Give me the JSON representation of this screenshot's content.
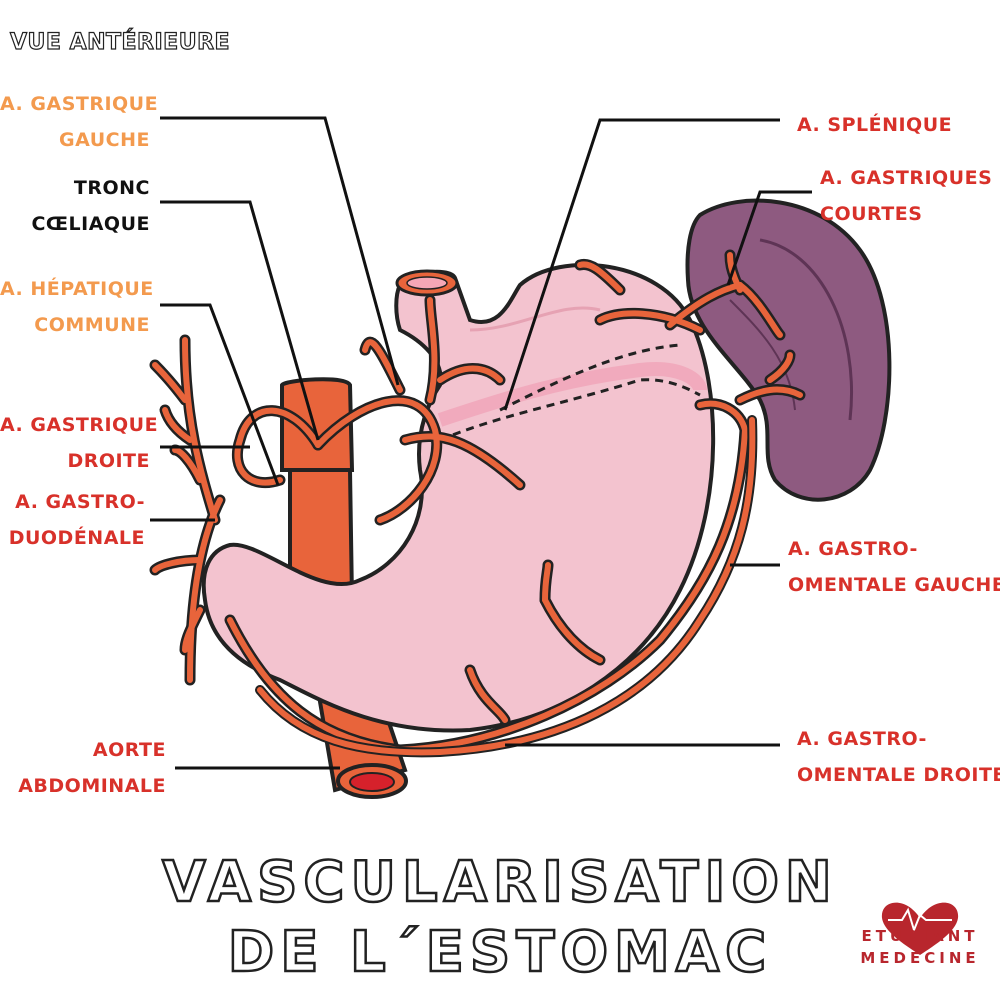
{
  "view_label": "VUE ANTÉRIEURE",
  "title": {
    "line1": "VASCULARISATION",
    "line2": "DE L´ESTOMAC"
  },
  "labels": {
    "gastrique_gauche": [
      "A. GASTRIQUE",
      "GAUCHE"
    ],
    "tronc_coeliaque": [
      "TRONC",
      "CŒLIAQUE"
    ],
    "hepatique_commune": [
      "A. HÉPATIQUE",
      "COMMUNE"
    ],
    "gastrique_droite": [
      "A. GASTRIQUE",
      "DROITE"
    ],
    "gastro_duodenale": [
      "A. GASTRO-",
      "DUODÉNALE"
    ],
    "aorte_abdominale": [
      "AORTE",
      "ABDOMINALE"
    ],
    "splenique": [
      "A. SPLÉNIQUE"
    ],
    "gastriques_courtes": [
      "A. GASTRIQUES",
      "COURTES"
    ],
    "gastro_omentale_gauche": [
      "A. GASTRO-",
      "OMENTALE GAUCHE"
    ],
    "gastro_omentale_droite": [
      "A. GASTRO-",
      "OMENTALE DROITE"
    ]
  },
  "brand": {
    "line1": "ETUDIANT",
    "line2": "MEDECINE"
  },
  "colors": {
    "artery": "#e8643b",
    "stomach": "#f3c3cf",
    "spleen": "#8e5a80",
    "label_orange": "#f39a4e",
    "label_red": "#d8312a",
    "brand": "#b8262d"
  }
}
